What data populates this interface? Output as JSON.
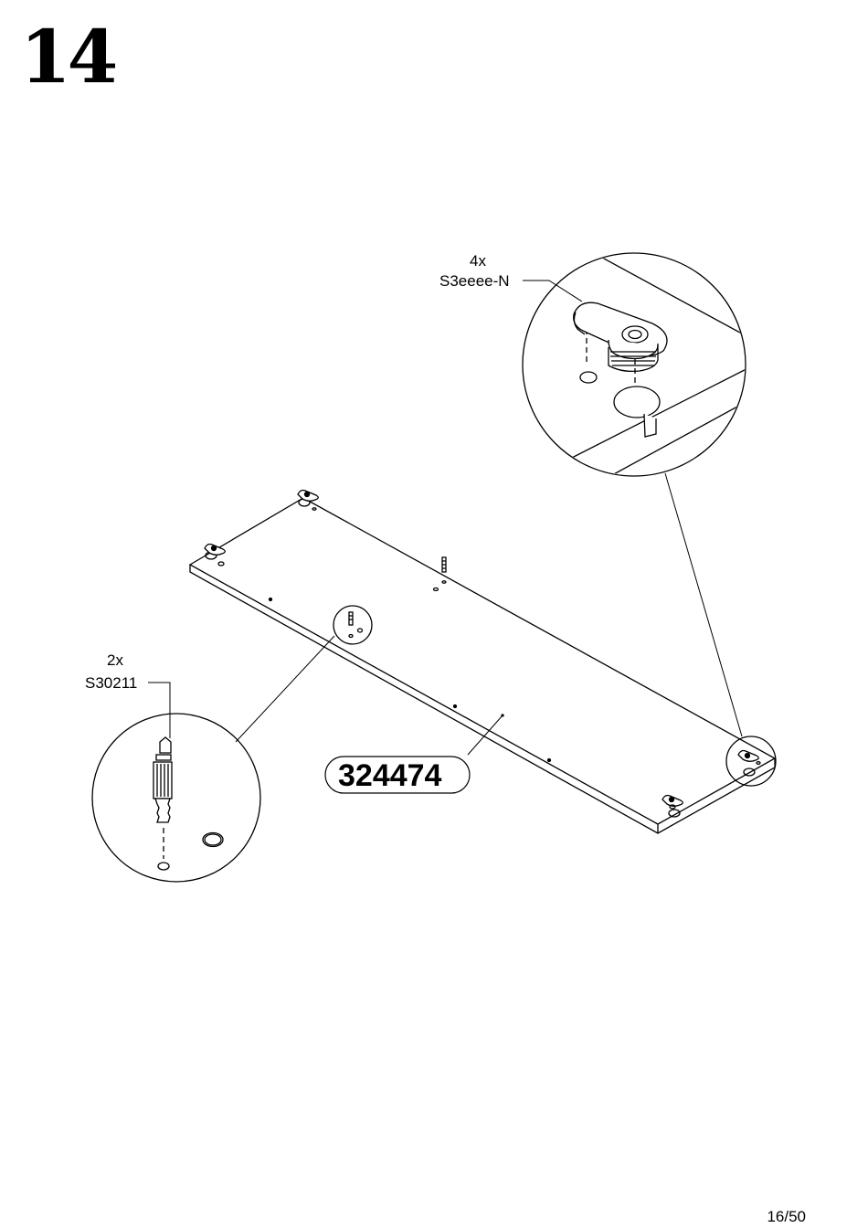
{
  "step": {
    "number": "14"
  },
  "cam_callout": {
    "quantity": "4x",
    "part_code": "S3eeee-N"
  },
  "dowel_callout": {
    "quantity": "2x",
    "part_code": "S30211"
  },
  "panel": {
    "part_number": "324474"
  },
  "footer": {
    "page": "16/50"
  }
}
